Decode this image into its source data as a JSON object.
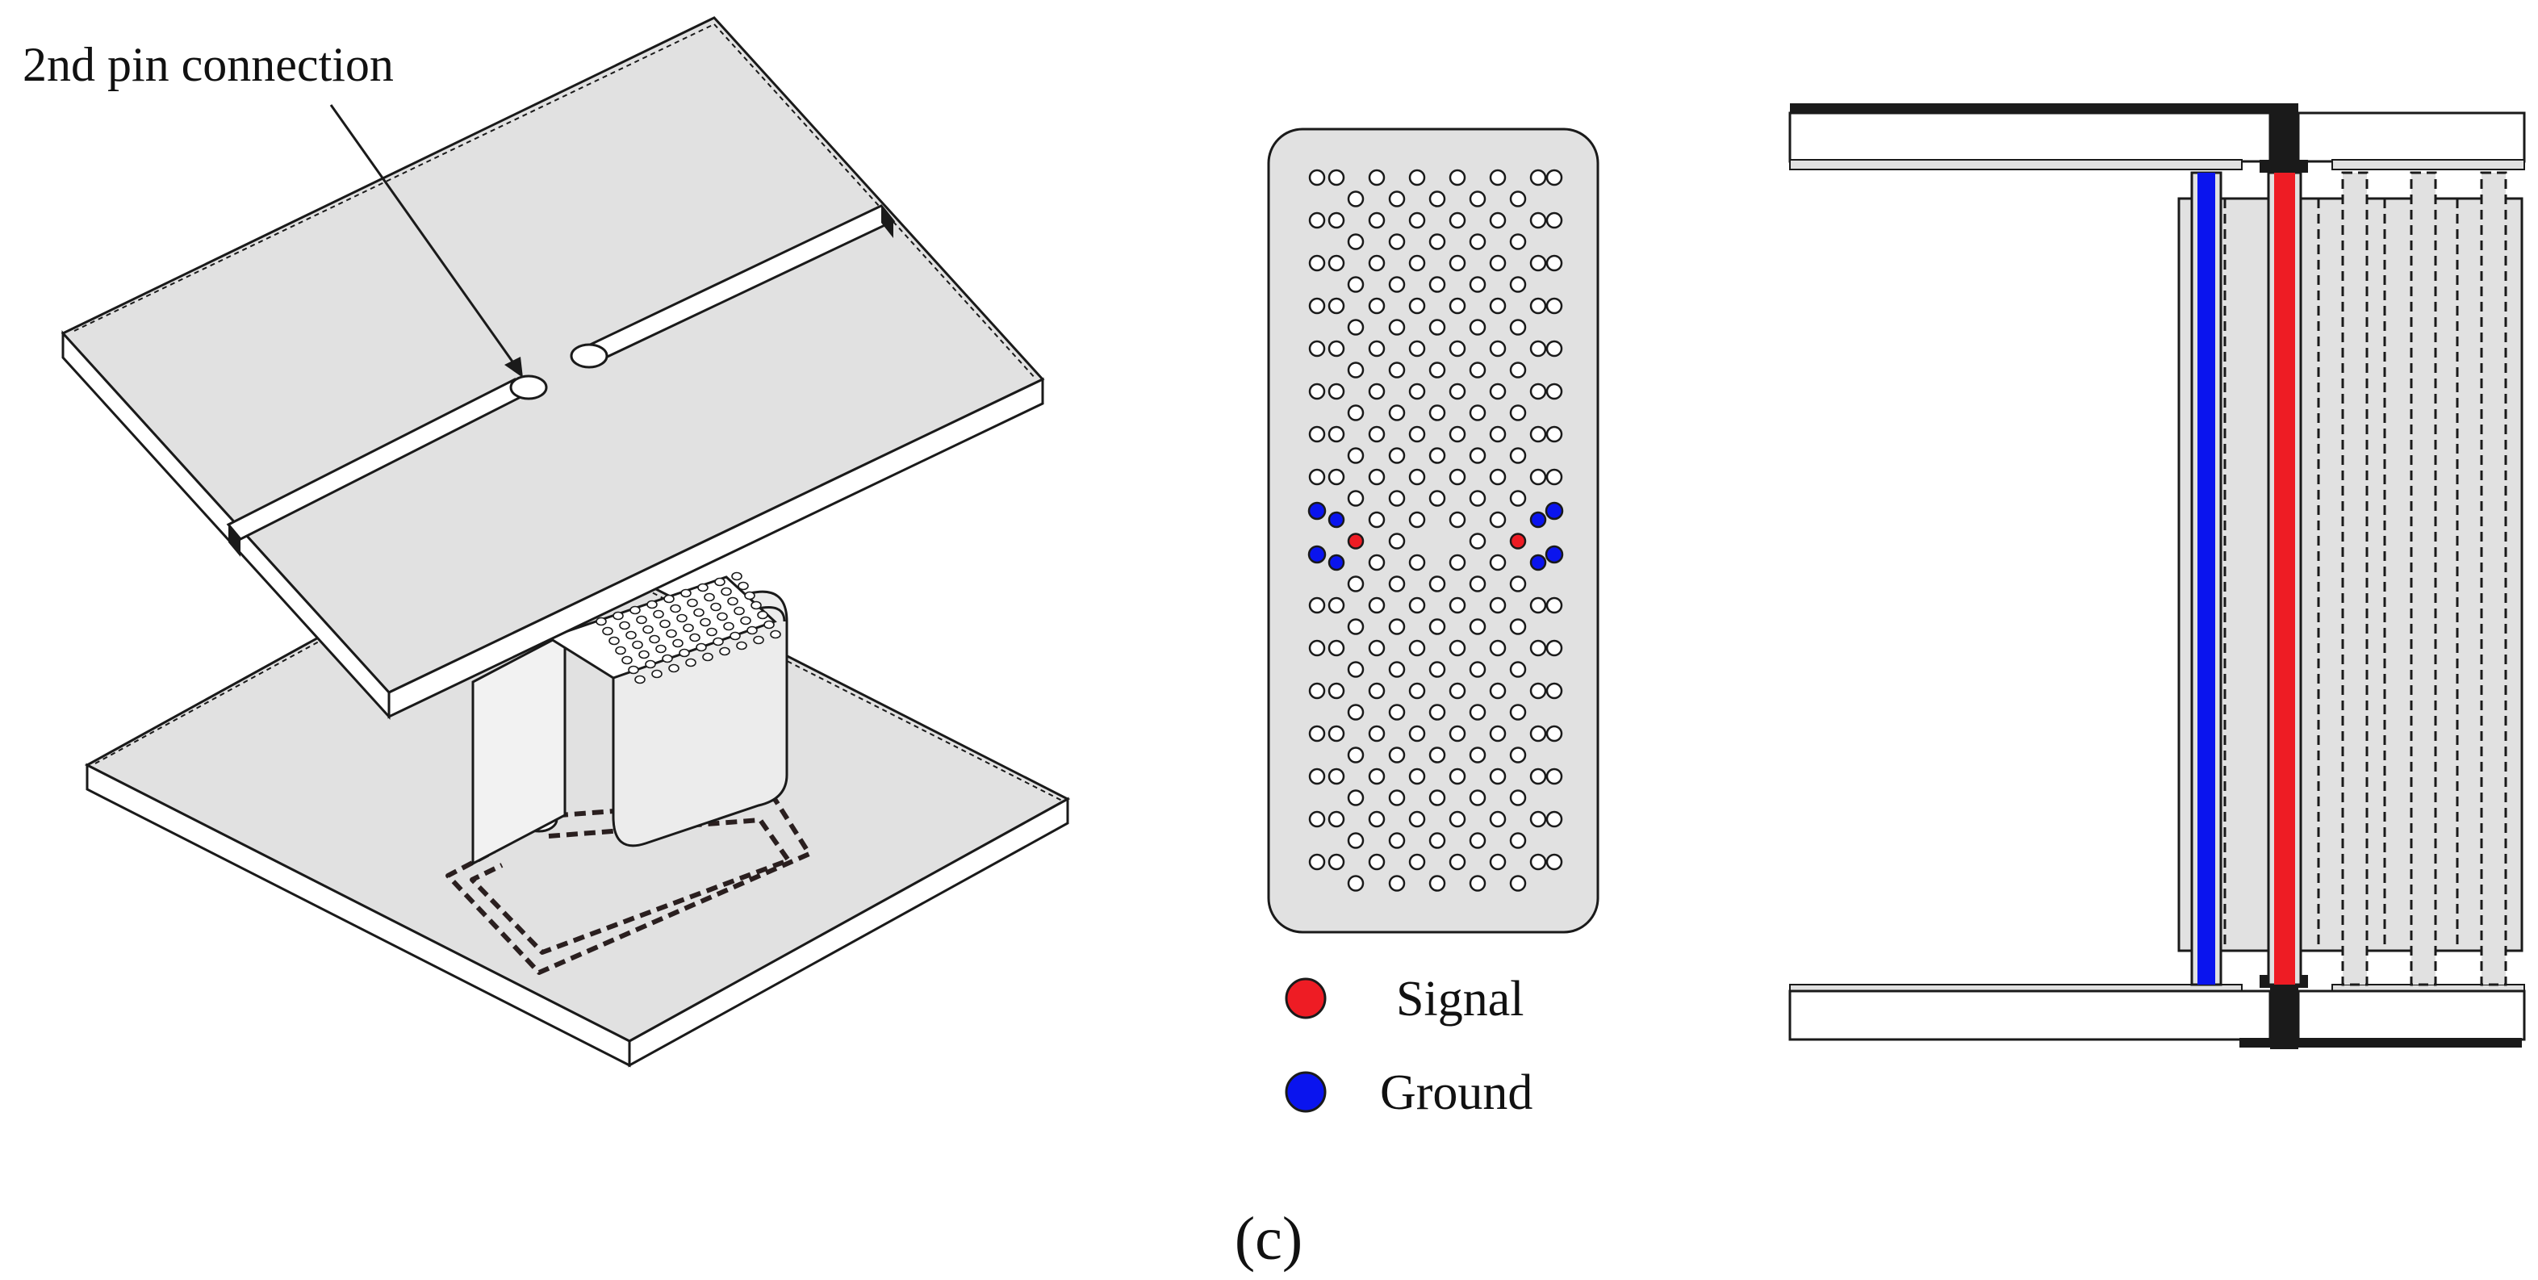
{
  "figure": {
    "annotation": "2nd pin connection",
    "panel_label": "(c)",
    "legend": [
      {
        "label": "Signal",
        "color": "#ee1c24"
      },
      {
        "label": "Ground",
        "color": "#0a14ee"
      }
    ]
  },
  "colors": {
    "board_fill": "#e1e1e1",
    "outline": "#1a1a1a",
    "signal": "#ee1c24",
    "ground": "#0a14ee",
    "trace_dash": "#2a1f1f",
    "white": "#ffffff"
  },
  "pinout": {
    "rows": 34,
    "signal_row": 17,
    "ground_rows": [
      16,
      18
    ]
  }
}
